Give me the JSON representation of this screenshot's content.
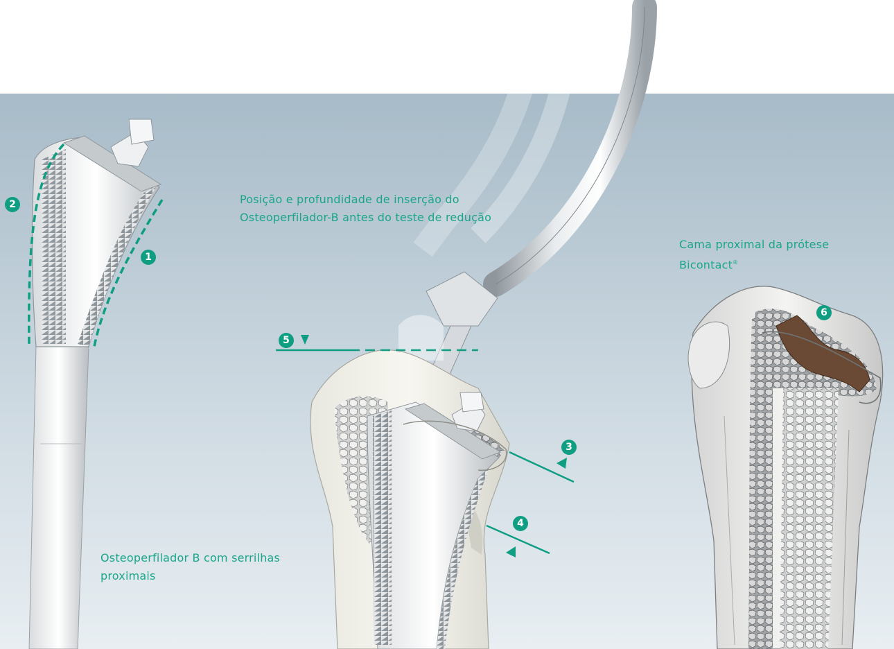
{
  "captions": {
    "rasp_line1": "Osteoperfilador B com serrilhas",
    "rasp_line2": "proximais",
    "insertion_line1": "Posição e profundidade de inserção do",
    "insertion_line2": "Osteoperfilador-B antes do teste de redução",
    "bed_line1": "Cama proximal da prótese",
    "bed_line2": "Bicontact",
    "bed_mark": "®"
  },
  "markers": {
    "m1": "1",
    "m2": "2",
    "m3": "3",
    "m4": "4",
    "m5": "5",
    "m6": "6"
  },
  "colors": {
    "accent": "#0f9e82",
    "background_top": "#a9bdca",
    "background_bottom": "#e6edf1"
  }
}
